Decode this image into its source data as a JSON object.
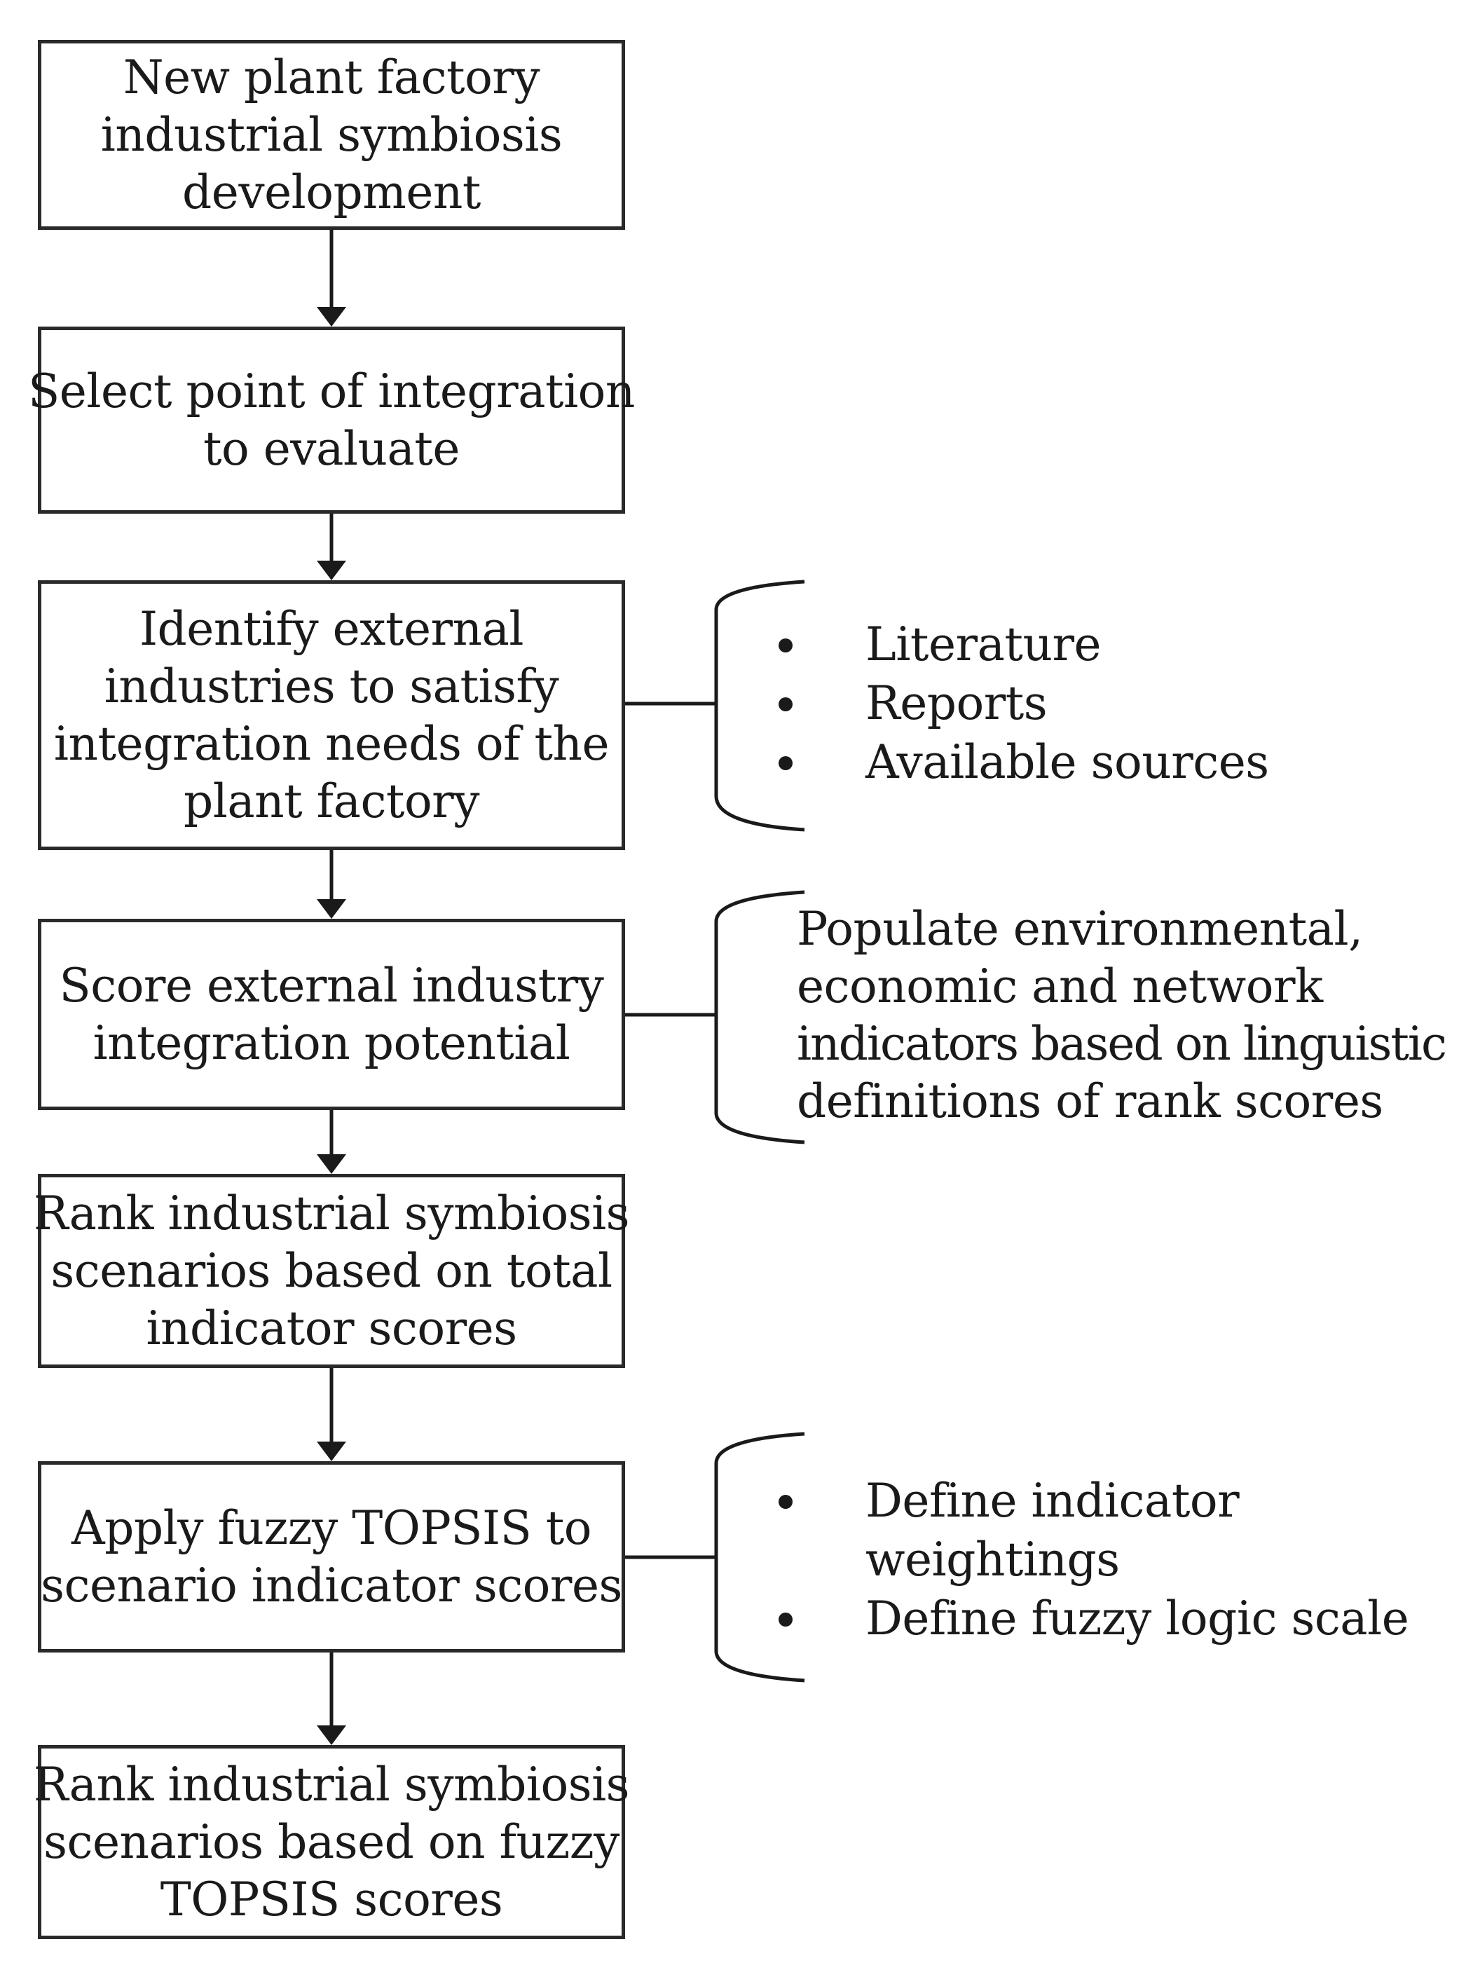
{
  "steps": [
    {
      "id": "step-1",
      "lines": [
        "New plant factory",
        "industrial symbiosis",
        "development"
      ]
    },
    {
      "id": "step-2",
      "lines": [
        "Select point of integration",
        "to evaluate"
      ]
    },
    {
      "id": "step-3",
      "lines": [
        "Identify external",
        "industries to satisfy",
        "integration needs of the",
        "plant factory"
      ]
    },
    {
      "id": "step-4",
      "lines": [
        "Score external industry",
        "integration potential"
      ]
    },
    {
      "id": "step-5",
      "lines": [
        "Rank industrial symbiosis",
        "scenarios based on total",
        "indicator scores"
      ]
    },
    {
      "id": "step-6",
      "lines": [
        "Apply fuzzy TOPSIS to",
        "scenario indicator scores"
      ]
    },
    {
      "id": "step-7",
      "lines": [
        "Rank industrial symbiosis",
        "scenarios based on fuzzy",
        "TOPSIS scores"
      ]
    }
  ],
  "notes": {
    "sources": {
      "items": [
        "Literature",
        "Reports",
        "Available sources"
      ]
    },
    "scoring": {
      "lines": [
        "Populate environmental,",
        "economic and network",
        "indicators based on linguistic",
        "definitions of rank scores"
      ]
    },
    "topsis": {
      "items": [
        {
          "lines": [
            "Define indicator",
            "weightings"
          ]
        },
        {
          "lines": [
            "Define fuzzy logic scale"
          ]
        }
      ]
    }
  }
}
